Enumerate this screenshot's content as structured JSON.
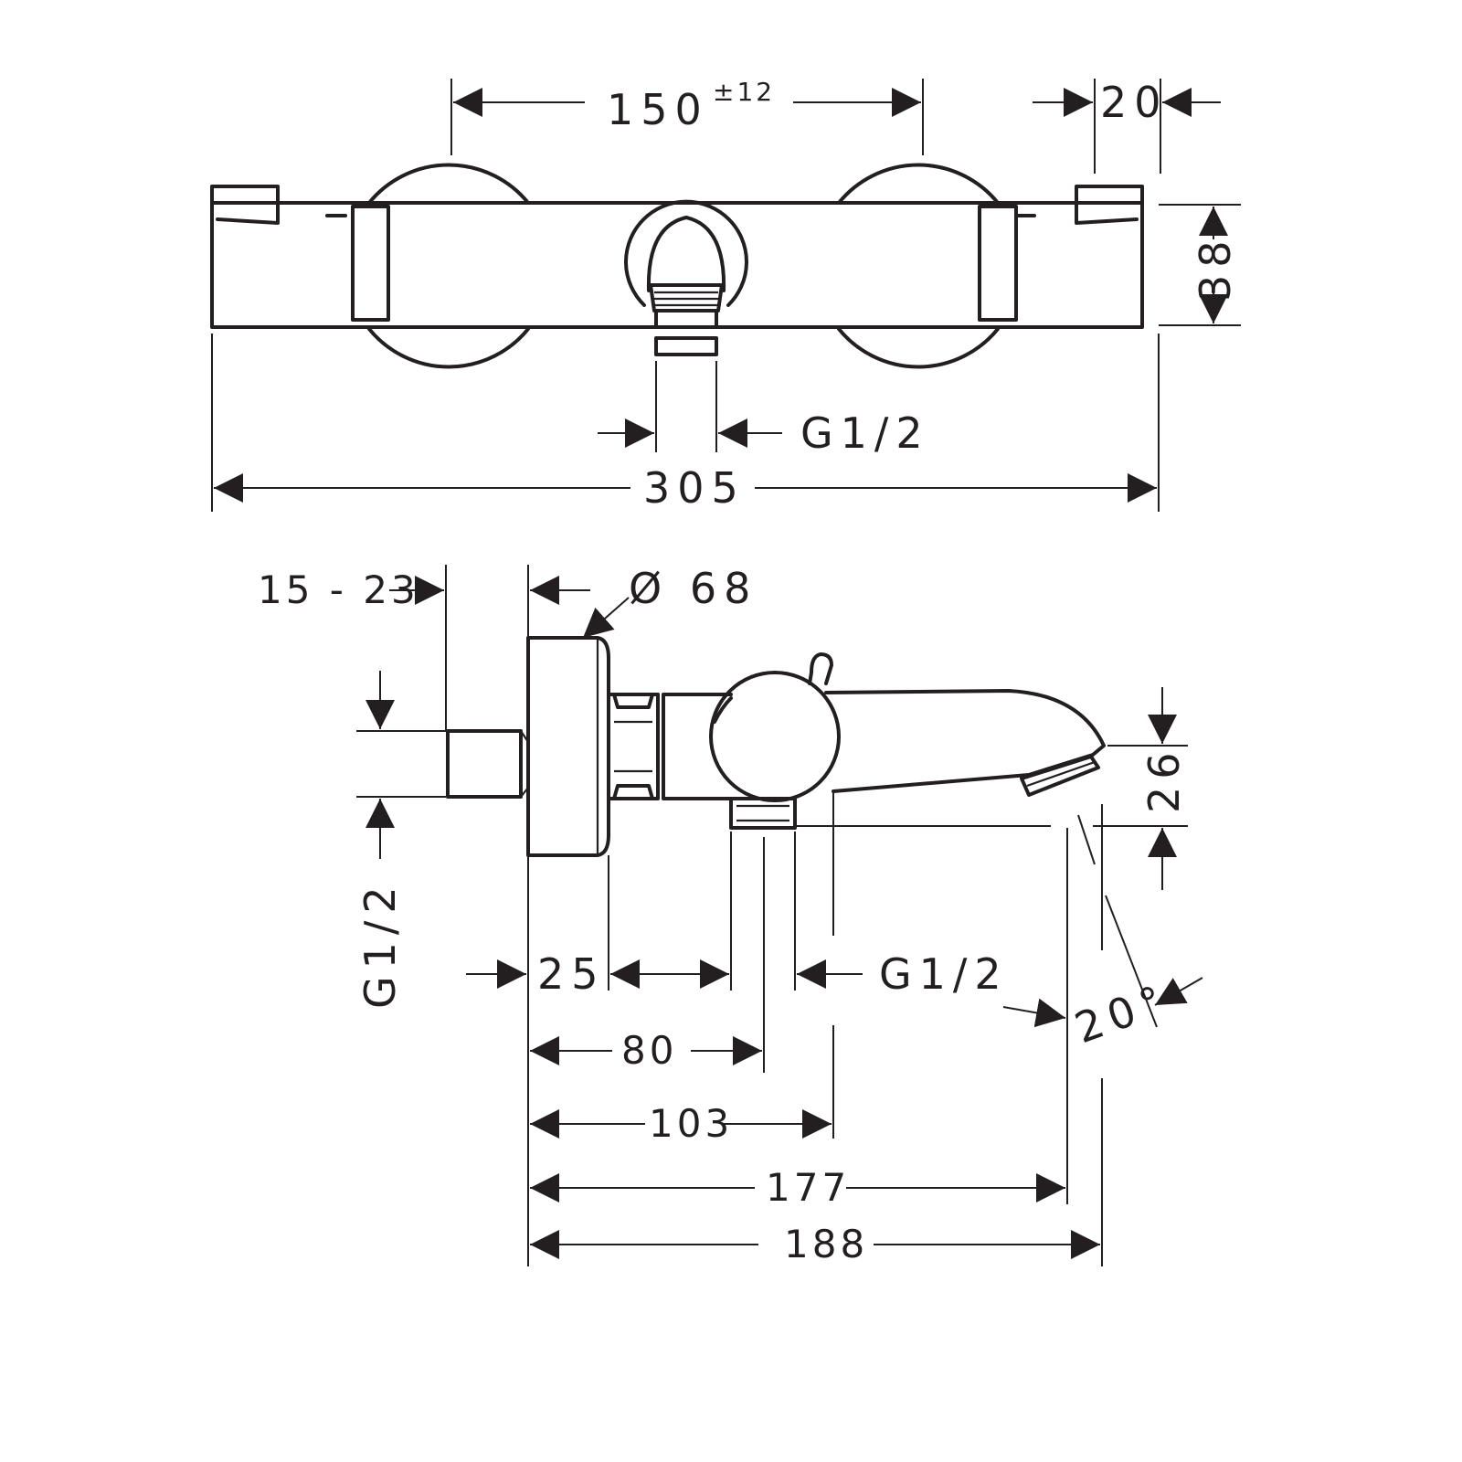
{
  "front_view": {
    "dim_centers": "150",
    "dim_centers_tolerance": "±12",
    "dim_end_cap": "20",
    "dim_height": "38",
    "dim_outlet_thread": "G1/2",
    "dim_total_width": "305"
  },
  "side_view": {
    "dim_eccentric_range": "15 - 23",
    "dim_escutcheon_diameter": "Ø 68",
    "dim_inlet_thread": "G1/2",
    "dim_escutcheon_depth": "25",
    "dim_outlet_thread": "G1/2",
    "dim_spout_angle": "20°",
    "dim_spout_height": "26",
    "dim_outlet_position": "80",
    "dim_handle_position": "103",
    "dim_spout_reach": "177",
    "dim_total_depth": "188"
  }
}
